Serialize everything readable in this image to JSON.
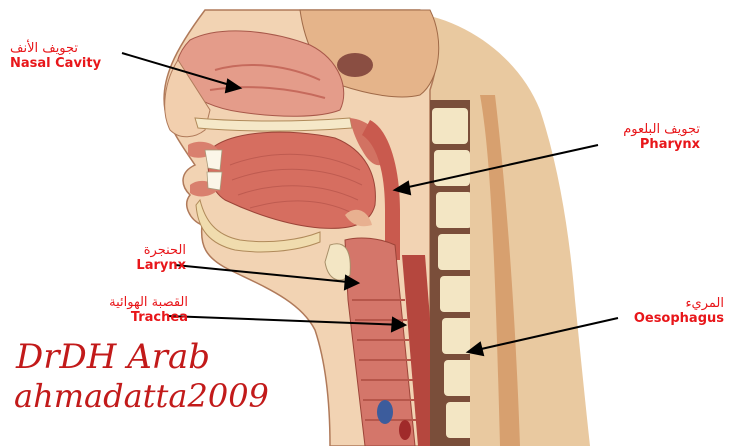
{
  "labels": {
    "nasal_cavity": {
      "ar": "تجويف الأنف",
      "en": "Nasal Cavity"
    },
    "pharynx": {
      "ar": "تجويف البلعوم",
      "en": "Pharynx"
    },
    "larynx": {
      "ar": "الحنجرة",
      "en": "Larynx"
    },
    "trachea": {
      "ar": "القصبة الهوائية",
      "en": "Trachea"
    },
    "oesophagus": {
      "ar": "المريء",
      "en": "Oesophagus"
    }
  },
  "signature": {
    "line1": "DrDH Arab",
    "line2": "ahmadatta2009"
  },
  "colors": {
    "label_red": "#e8161a",
    "skin": "#f0c9a8",
    "tissue": "#d9786a",
    "muscle": "#c8554a",
    "bone": "#f3e6c4",
    "spine_dark": "#6b4a3a"
  }
}
